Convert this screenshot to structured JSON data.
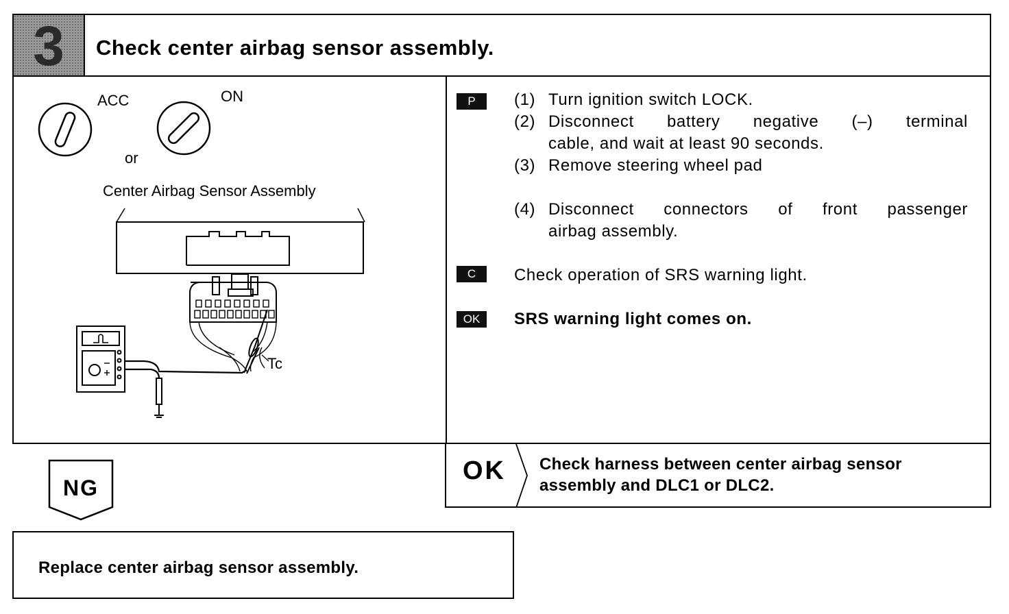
{
  "header": {
    "step_number": "3",
    "title": "Check center airbag sensor assembly."
  },
  "diagram": {
    "switch_left_label": "ACC",
    "switch_right_label": "ON",
    "or_label": "or",
    "assembly_label": "Center Airbag Sensor Assembly",
    "terminal_label": "Tc"
  },
  "procedure": {
    "prep_tag": "P",
    "steps": [
      {
        "num": "(1)",
        "text": "Turn ignition switch LOCK."
      },
      {
        "num": "(2)",
        "text": "Disconnect battery negative (–) terminal",
        "text2": "cable, and wait at least 90 seconds."
      },
      {
        "num": "(3)",
        "text": "Remove steering wheel pad"
      },
      {
        "num": "(4)",
        "text": "Disconnect connectors of front passenger",
        "text2": "airbag assembly."
      }
    ],
    "check_tag": "C",
    "check_text": "Check operation of SRS warning light.",
    "ok_tag": "OK",
    "ok_text": "SRS warning light comes on."
  },
  "ok_branch": {
    "label": "OK",
    "text": "Check harness between center airbag sensor assembly and DLC1 or DLC2."
  },
  "ng_branch": {
    "label": "NG",
    "text": "Replace center airbag sensor assembly."
  }
}
